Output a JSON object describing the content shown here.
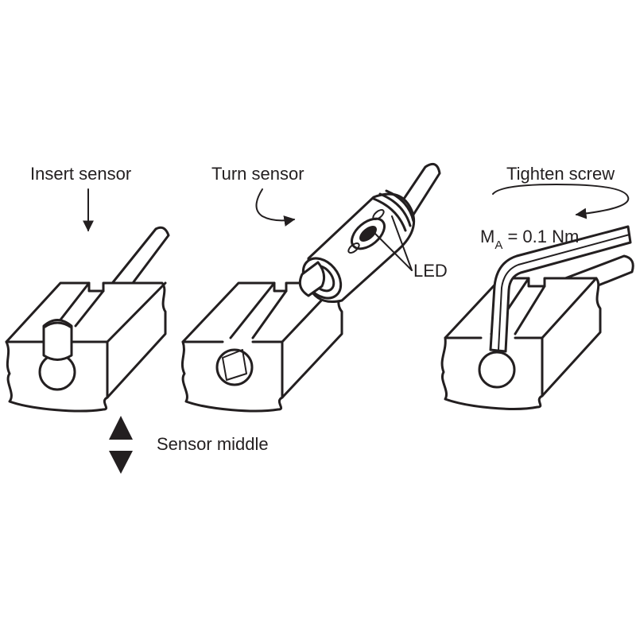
{
  "steps": {
    "insert": {
      "label": "Insert sensor"
    },
    "turn": {
      "label": "Turn sensor",
      "led_label": "LED"
    },
    "tighten": {
      "label": "Tighten screw",
      "torque_symbol": "M",
      "torque_subscript": "A",
      "torque_value": " = 0.1 Nm"
    }
  },
  "legend": {
    "label": "Sensor middle",
    "icon": "up-down-triangles-icon"
  },
  "colors": {
    "ink": "#231f20",
    "background": "#ffffff"
  }
}
